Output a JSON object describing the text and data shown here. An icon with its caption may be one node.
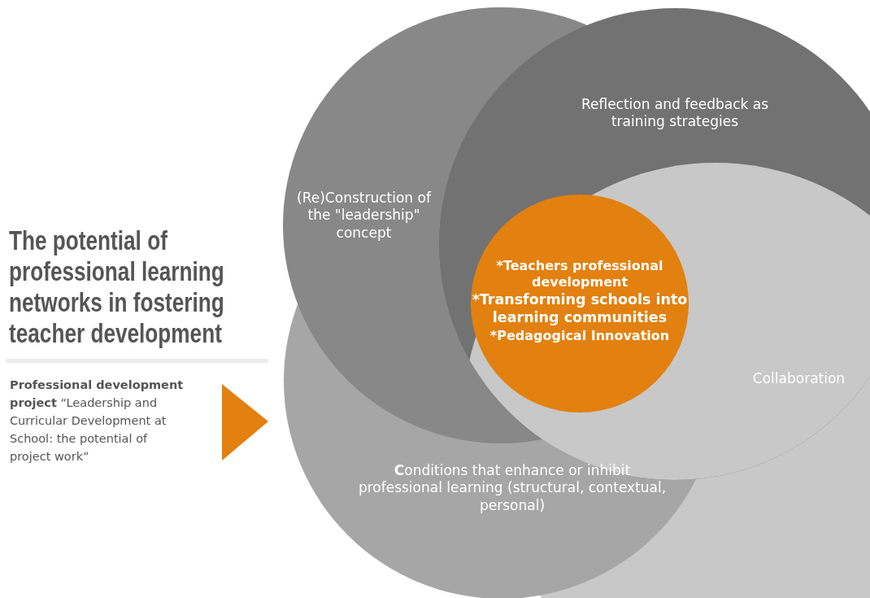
{
  "diagram": {
    "title": "The potential of professional learning networks in fostering teacher development",
    "nodes": [
      {
        "text": [
          "Reflection and feedback as training strategies"
        ]
      },
      {
        "text": [
          "(Re)Construction of the \"leadership\" concept"
        ]
      },
      {
        "text": [
          "*Teachers professional development",
          "*Transforming schools into learning communities",
          "*Pedagogical Innovation"
        ]
      },
      {
        "text": [
          "Collaboration"
        ]
      },
      {
        "text": [
          "**C**onditions that enhance or inhibit professional learning (structural, contextual, personal)"
        ]
      }
    ],
    "labels": [
      "**Professional development project** “Leadership and Curricular Development at School: the potential of project work”"
    ]
  }
}
